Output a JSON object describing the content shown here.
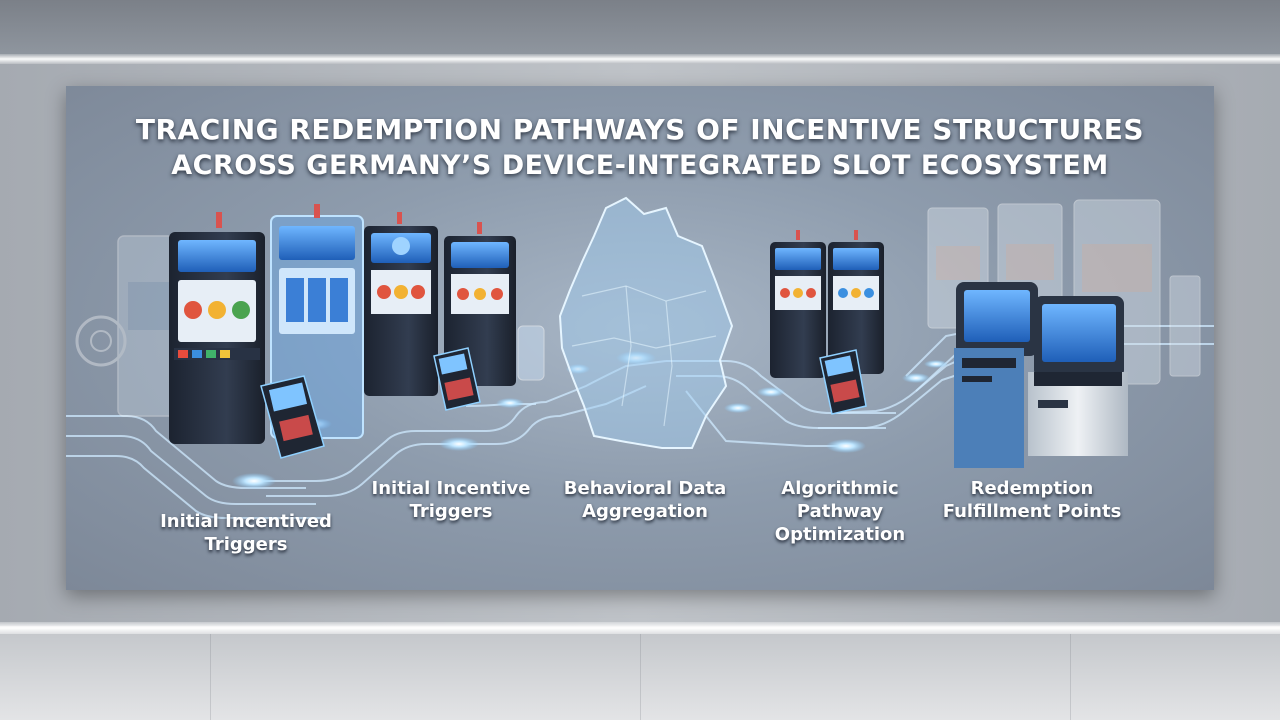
{
  "poster": {
    "title_line1": "TRACING REDEMPTION PATHWAYS OF INCENTIVE STRUCTURES",
    "title_line2": "ACROSS GERMANY’S DEVICE-INTEGRATED SLOT ECOSYSTEM"
  },
  "stages": [
    {
      "label_line1": "Initial Incentived",
      "label_line2": "Triggers",
      "label_line3": ""
    },
    {
      "label_line1": "Initial Incentive",
      "label_line2": "Triggers",
      "label_line3": ""
    },
    {
      "label_line1": "Behavioral Data",
      "label_line2": "Aggregation",
      "label_line3": ""
    },
    {
      "label_line1": "Algorithmic",
      "label_line2": "Pathway",
      "label_line3": "Optimization"
    },
    {
      "label_line1": "Redemption",
      "label_line2": "Fulfillment Points",
      "label_line3": ""
    }
  ],
  "colors": {
    "glow": "#8fd0ff",
    "machine_body": "#2b3444",
    "screen": "#3b7fd6",
    "kiosk": "#d7dde4",
    "map": "#9fcbef"
  },
  "icons": [
    "slot-machine-icon",
    "payment-terminal-icon",
    "germany-map-icon",
    "redemption-kiosk-icon"
  ]
}
